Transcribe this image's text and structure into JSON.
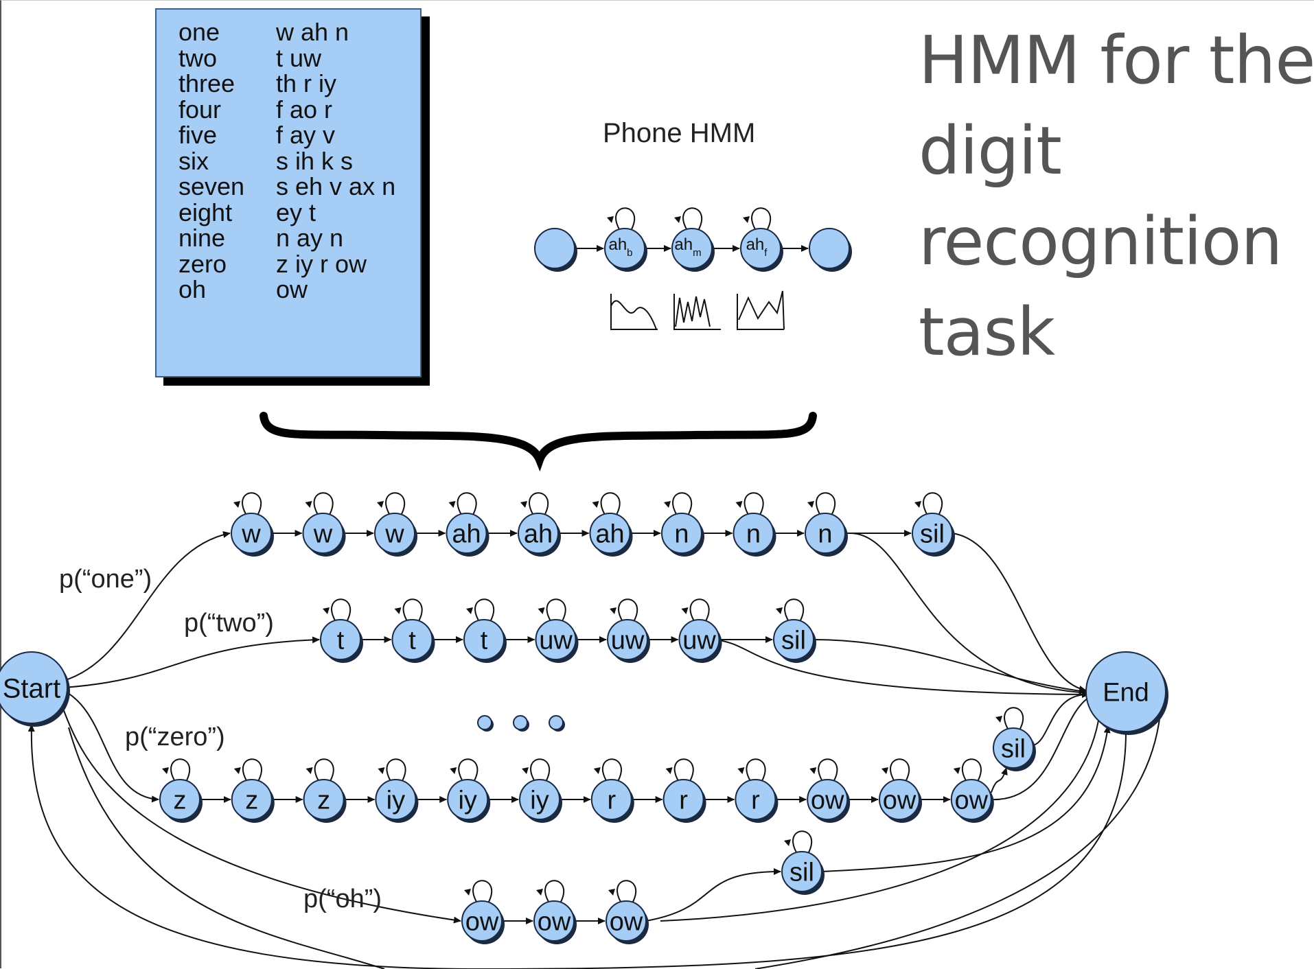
{
  "title_lines": [
    "HMM for the",
    "digit",
    "recognition",
    "task"
  ],
  "lexicon": [
    {
      "word": "one",
      "pron": "w ah n"
    },
    {
      "word": "two",
      "pron": "t uw"
    },
    {
      "word": "three",
      "pron": "th r iy"
    },
    {
      "word": "four",
      "pron": "f ao r"
    },
    {
      "word": "five",
      "pron": "f ay v"
    },
    {
      "word": "six",
      "pron": "s ih k s"
    },
    {
      "word": "seven",
      "pron": "s eh v ax n"
    },
    {
      "word": "eight",
      "pron": "ey t"
    },
    {
      "word": "nine",
      "pron": "n ay n"
    },
    {
      "word": "zero",
      "pron": "z iy r ow"
    },
    {
      "word": "oh",
      "pron": "ow"
    }
  ],
  "phone_hmm": {
    "title": "Phone HMM",
    "states": [
      {
        "base": "ah",
        "sub": "b"
      },
      {
        "base": "ah",
        "sub": "m"
      },
      {
        "base": "ah",
        "sub": "f"
      }
    ]
  },
  "network": {
    "start_label": "Start",
    "end_label": "End",
    "ellipsis": "• • •",
    "paths": [
      {
        "prob_label": "p(“one”)",
        "states": [
          "w",
          "w",
          "w",
          "ah",
          "ah",
          "ah",
          "n",
          "n",
          "n"
        ],
        "sil": "sil"
      },
      {
        "prob_label": "p(“two”)",
        "states": [
          "t",
          "t",
          "t",
          "uw",
          "uw",
          "uw"
        ],
        "sil": "sil"
      },
      {
        "prob_label": "p(“zero”)",
        "states": [
          "z",
          "z",
          "z",
          "iy",
          "iy",
          "iy",
          "r",
          "r",
          "r",
          "ow",
          "ow",
          "ow"
        ],
        "sil": "sil"
      },
      {
        "prob_label": "p(“oh”)",
        "states": [
          "ow",
          "ow",
          "ow"
        ],
        "sil": "sil"
      }
    ]
  },
  "colors": {
    "node_fill": "#a6cdf5",
    "node_stroke": "#1a2a44",
    "title": "#555555",
    "line": "#111111"
  }
}
